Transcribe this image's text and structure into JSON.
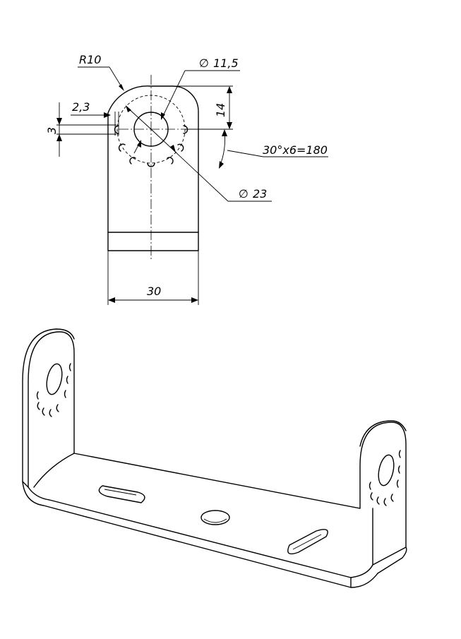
{
  "dimensions": {
    "radius": "R10",
    "hole_diameter": "11,5",
    "slot_width": "2,3",
    "slot_height": "3",
    "hole_offset": "14",
    "angular_pattern": "30°x6=180",
    "pitch_diameter": "23",
    "width": "30"
  },
  "symbols": {
    "diameter": "∅"
  }
}
